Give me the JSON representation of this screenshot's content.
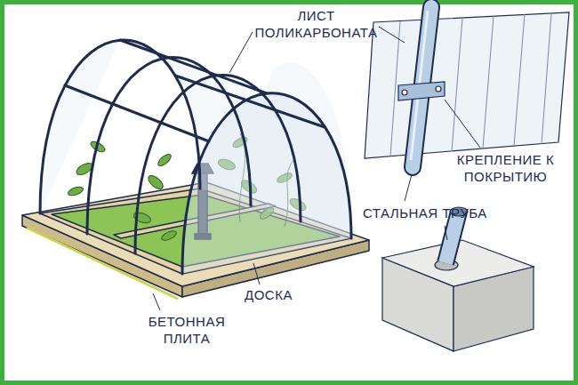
{
  "diagram": {
    "labels": [
      "ЛИСТ ПОЛИКАРБОНАТА",
      "КРЕПЛЕНИЕ К ПОКРЫТИЮ",
      "СТАЛЬНАЯ ТРУБА",
      "ДОСКА",
      "БЕТОННАЯ ПЛИТА"
    ]
  }
}
